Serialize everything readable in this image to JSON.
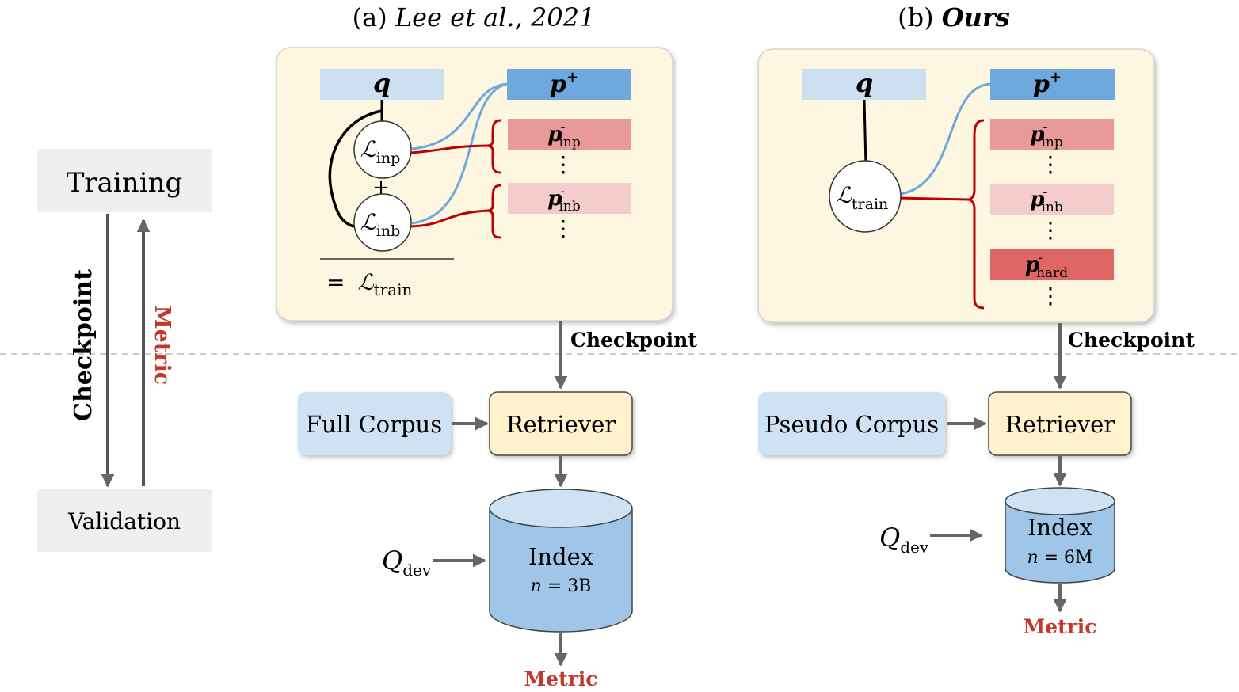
{
  "panel_a": {
    "prefix": "(a) ",
    "citation": "Lee et al., 2021",
    "query": "q",
    "pos": "p",
    "pos_sup": "+",
    "neg_sup": "-",
    "neg_inp_sub": "inp",
    "neg_inb_sub": "inb",
    "loss_inp_sub": "inp",
    "loss_inb_sub": "inb",
    "loss_symbol": "ℒ",
    "plus": "+",
    "equals": "=",
    "loss_train_sub": "train",
    "vdots": "⋮",
    "checkpoint": "Checkpoint",
    "corpus": "Full Corpus",
    "retriever": "Retriever",
    "index": "Index",
    "n_label": "n",
    "n_value": " = 3B",
    "qdev": "Q",
    "qdev_sub": "dev",
    "metric": "Metric"
  },
  "panel_b": {
    "prefix": "(b) ",
    "title": "Ours",
    "query": "q",
    "pos": "p",
    "pos_sup": "+",
    "neg_sup": "-",
    "neg_inp_sub": "inp",
    "neg_inb_sub": "inb",
    "neg_hard_sub": "hard",
    "loss_symbol": "ℒ",
    "loss_train_sub": "train",
    "vdots": "⋮",
    "checkpoint": "Checkpoint",
    "corpus": "Pseudo Corpus",
    "retriever": "Retriever",
    "index": "Index",
    "n_label": "n",
    "n_value": " = 6M",
    "qdev": "Q",
    "qdev_sub": "dev",
    "metric": "Metric"
  },
  "left": {
    "training": "Training",
    "validation": "Validation",
    "checkpoint": "Checkpoint",
    "metric": "Metric"
  },
  "colors": {
    "panel_bg": "#fdf7e2",
    "panel_border": "#d6d3c8",
    "query_blue": "#cde0f2",
    "pos_blue": "#6fa8dc",
    "neg_inp": "#ea9999",
    "neg_inb": "#f4cccc",
    "neg_hard": "#e06666",
    "retriever_bg": "#fff2cc",
    "corpus_bg": "#cfe2f3",
    "index_body": "#9fc5e8",
    "index_top": "#cfe2f3",
    "gray_box": "#efefef",
    "red_line": "#c00000",
    "blue_line": "#6fa8dc",
    "arrow": "#666666",
    "metric_red": "#c0392b"
  }
}
